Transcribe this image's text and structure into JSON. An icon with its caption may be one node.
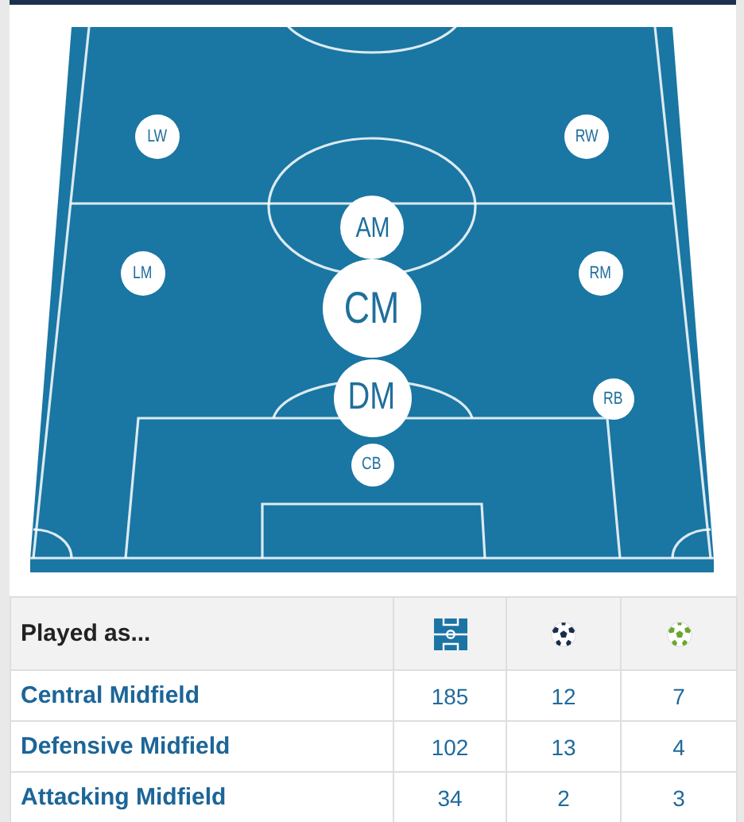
{
  "diagram": {
    "nodes": [
      {
        "text": [
          "LW"
        ]
      },
      {
        "text": [
          "RW"
        ]
      },
      {
        "text": [
          "AM"
        ]
      },
      {
        "text": [
          "LM"
        ]
      },
      {
        "text": [
          "RM"
        ]
      },
      {
        "text": [
          "CM"
        ]
      },
      {
        "text": [
          "DM"
        ]
      },
      {
        "text": [
          "RB"
        ]
      },
      {
        "text": [
          "CB"
        ]
      }
    ],
    "labels": [
      "Played as...",
      "Central Midfield",
      "185",
      "12",
      "7",
      "Defensive Midfield",
      "102",
      "13",
      "4",
      "Attacking Midfield",
      "34",
      "2",
      "3"
    ]
  }
}
